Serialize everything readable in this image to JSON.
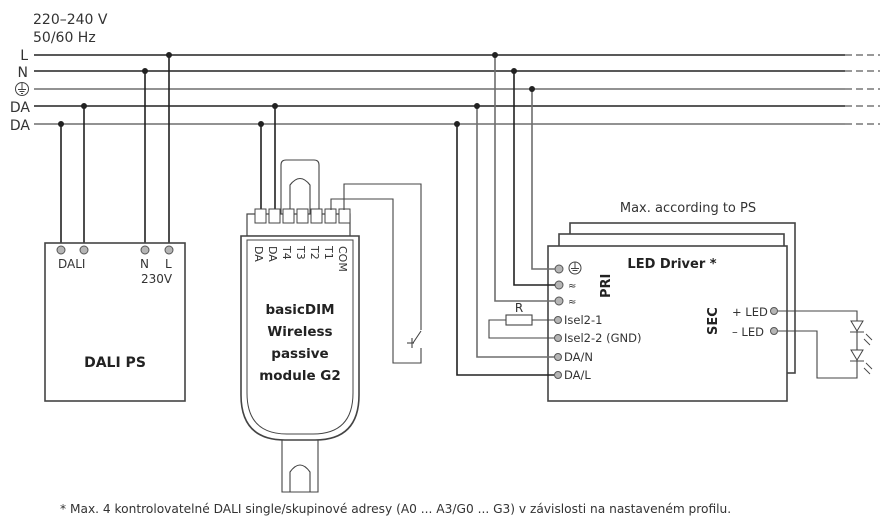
{
  "supply": {
    "voltage": "220–240 V",
    "frequency": "50/60 Hz",
    "bus_labels": [
      "L",
      "N",
      "⏚",
      "DA",
      "DA"
    ],
    "bus_names": [
      "Line",
      "Neutral",
      "Protective earth",
      "DALI",
      "DALI"
    ]
  },
  "dali_ps": {
    "title": "DALI PS",
    "dali_label": "DALI",
    "n_label": "N",
    "l_label": "L",
    "voltage_label": "230V"
  },
  "module": {
    "title_lines": [
      "basicDIM",
      "Wireless",
      "passive",
      "module G2"
    ],
    "terminals": [
      "DA",
      "DA",
      "T4",
      "T3",
      "T2",
      "T1",
      "COM"
    ],
    "switch_label": "push-button"
  },
  "driver": {
    "title": "LED Driver *",
    "stack_note": "Max. according to PS",
    "pri_label": "PRI",
    "sec_label": "SEC",
    "pri_terminals": [
      "⏚",
      "≈",
      "≈",
      "Isel2-1",
      "Isel2-2 (GND)",
      "DA/N",
      "DA/L"
    ],
    "sec_terminals": [
      "+ LED",
      "– LED"
    ],
    "resistor_label": "R"
  },
  "footnote": "* Max. 4 kontrolovatelné DALI single/skupinové adresy (A0 ... A3/G0 ... G3) v závislosti na nastaveném profilu."
}
